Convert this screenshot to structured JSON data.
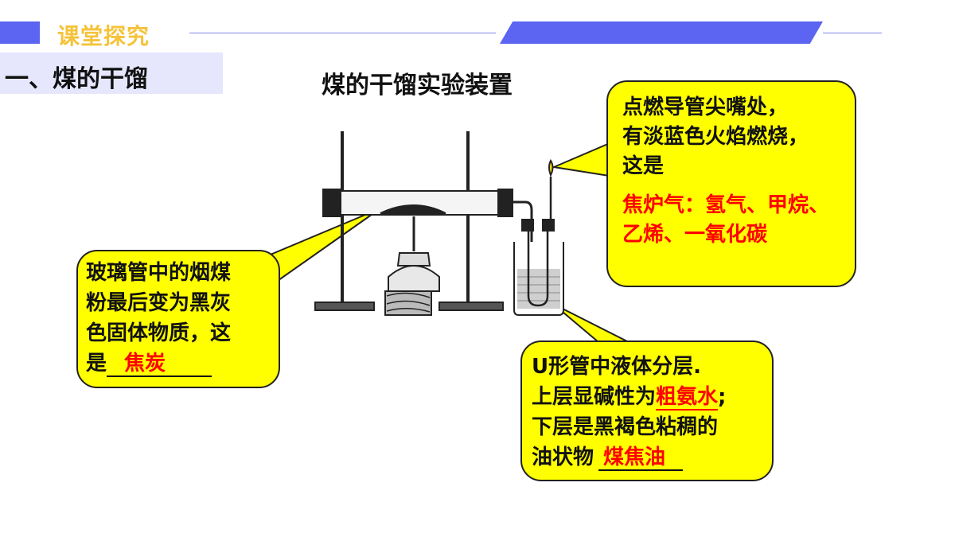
{
  "header": {
    "title": "课堂探究",
    "section": "一、煤的干馏"
  },
  "diagram": {
    "title": "煤的干馏实验装置"
  },
  "callouts": {
    "gas": {
      "line1": "点燃导管尖嘴处，",
      "line2": "有淡蓝色火焰燃烧，",
      "line3": "这是",
      "answer_line1": "焦炉气：氢气、甲烷、",
      "answer_line2": "乙烯、一氧化碳"
    },
    "coke": {
      "line1": "玻璃管中的烟煤",
      "line2": "粉最后变为黑灰",
      "line3": "色固体物质，这",
      "prefix": "是",
      "answer": "焦炭"
    },
    "liquid": {
      "line1": "U形管中液体分层.",
      "line2_prefix": "上层显碱性为",
      "answer1": "粗氨水",
      "line2_suffix": ";",
      "line3": "下层是黑褐色粘稠的",
      "line4_prefix": "油状物",
      "answer2": "煤焦油"
    }
  },
  "colors": {
    "accent_blue": "#5c64f2",
    "title_gold": "#f5c33a",
    "callout_yellow": "#ffff00",
    "answer_red": "#ff0000"
  }
}
